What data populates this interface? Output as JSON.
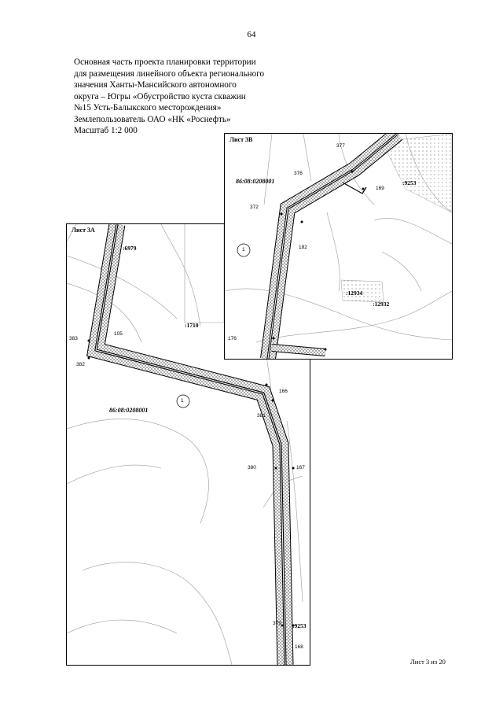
{
  "page_number": "64",
  "title_lines": [
    "Основная часть проекта планировки территории",
    "для размещения линейного объекта регионального",
    "значения Ханты-Мансийского автономного",
    "округа – Югры «Обустройство куста скважин",
    "№15 Усть-Балыкского месторождения»",
    "Землепользователь ОАО «НК «Роснефть»",
    "Масштаб 1:2 000"
  ],
  "sheet_a": {
    "label": "Лист 3А",
    "cadastre": "86:08:0208001",
    "parcels": [
      ":6979",
      ":1710",
      ":9253"
    ],
    "points": [
      "383",
      "382",
      "105",
      "176",
      "166",
      "381",
      "380",
      "167",
      "379",
      "168"
    ],
    "zone_marker": "1"
  },
  "sheet_b": {
    "label": "Лист 3В",
    "cadastre": "86:08:0208001",
    "parcels": [
      ":9253",
      ":12934",
      ":12932"
    ],
    "points": [
      "377",
      "376",
      "169",
      "372",
      "182",
      "176"
    ],
    "zone_marker": "1"
  },
  "footer": "Лист 3 из 20",
  "colors": {
    "line": "#000000",
    "hatch": "#555555",
    "background": "#ffffff",
    "thin_line": "#9a9a9a"
  }
}
